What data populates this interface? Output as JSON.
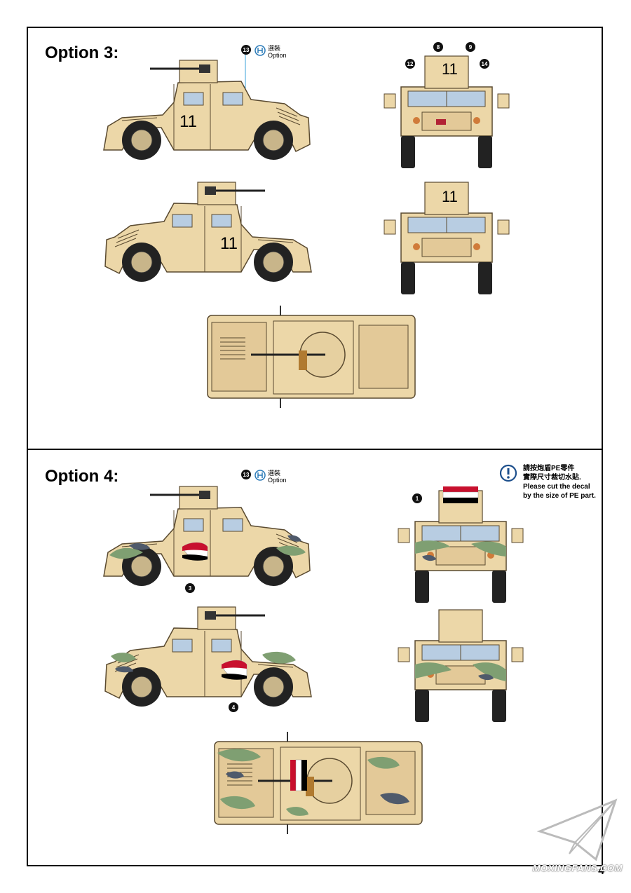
{
  "page": {
    "number": "4"
  },
  "option3": {
    "title": "Option 3:",
    "option_marker": {
      "number": "13",
      "label_cn": "選裝",
      "label_en": "Option"
    },
    "hull_number": "11",
    "callouts": [
      "8",
      "9",
      "12",
      "14"
    ]
  },
  "option4": {
    "title": "Option 4:",
    "option_marker": {
      "number": "13",
      "label_cn": "選裝",
      "label_en": "Option"
    },
    "callouts": [
      "1",
      "3",
      "4"
    ],
    "note": {
      "line_cn_1": "請按炮盾PE零件",
      "line_cn_2": "實際尺寸裁切水貼.",
      "line_en_1": "Please cut the decal",
      "line_en_2": "by the size of PE part."
    }
  },
  "watermark": {
    "text": "MOXINGFANS.COM"
  },
  "colors": {
    "sand": "#ecd7a8",
    "green": "#7f9f72",
    "grey": "#4f5a6b",
    "outline": "#5a4a30"
  }
}
